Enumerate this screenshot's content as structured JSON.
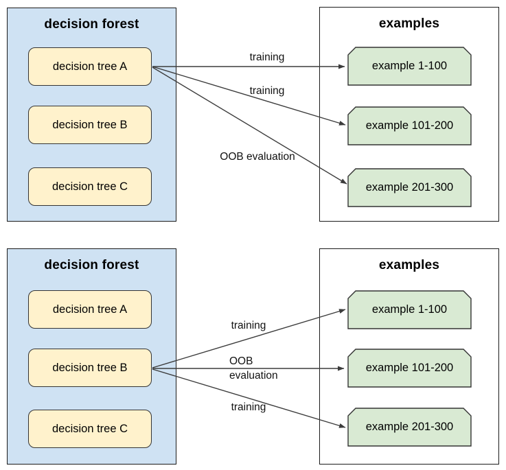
{
  "colors": {
    "forest_fill": "#cfe2f3",
    "tree_fill": "#fff2cc",
    "example_fill": "#d9ead3",
    "panel_border": "#1a1a1a",
    "node_border": "#333333",
    "arrow_line": "#3c3c3c",
    "text": "#000000"
  },
  "diagrams": [
    {
      "forest_title": "decision forest",
      "trees": [
        "decision tree A",
        "decision tree B",
        "decision tree C"
      ],
      "examples_title": "examples",
      "examples": [
        "example 1-100",
        "example 101-200",
        "example 201-300"
      ],
      "arrow_labels": [
        "training",
        "training",
        "OOB evaluation"
      ]
    },
    {
      "forest_title": "decision forest",
      "trees": [
        "decision tree A",
        "decision tree B",
        "decision tree C"
      ],
      "examples_title": "examples",
      "examples": [
        "example 1-100",
        "example 101-200",
        "example 201-300"
      ],
      "arrow_labels": [
        "training",
        "OOB\nevaluation",
        "training"
      ]
    }
  ]
}
